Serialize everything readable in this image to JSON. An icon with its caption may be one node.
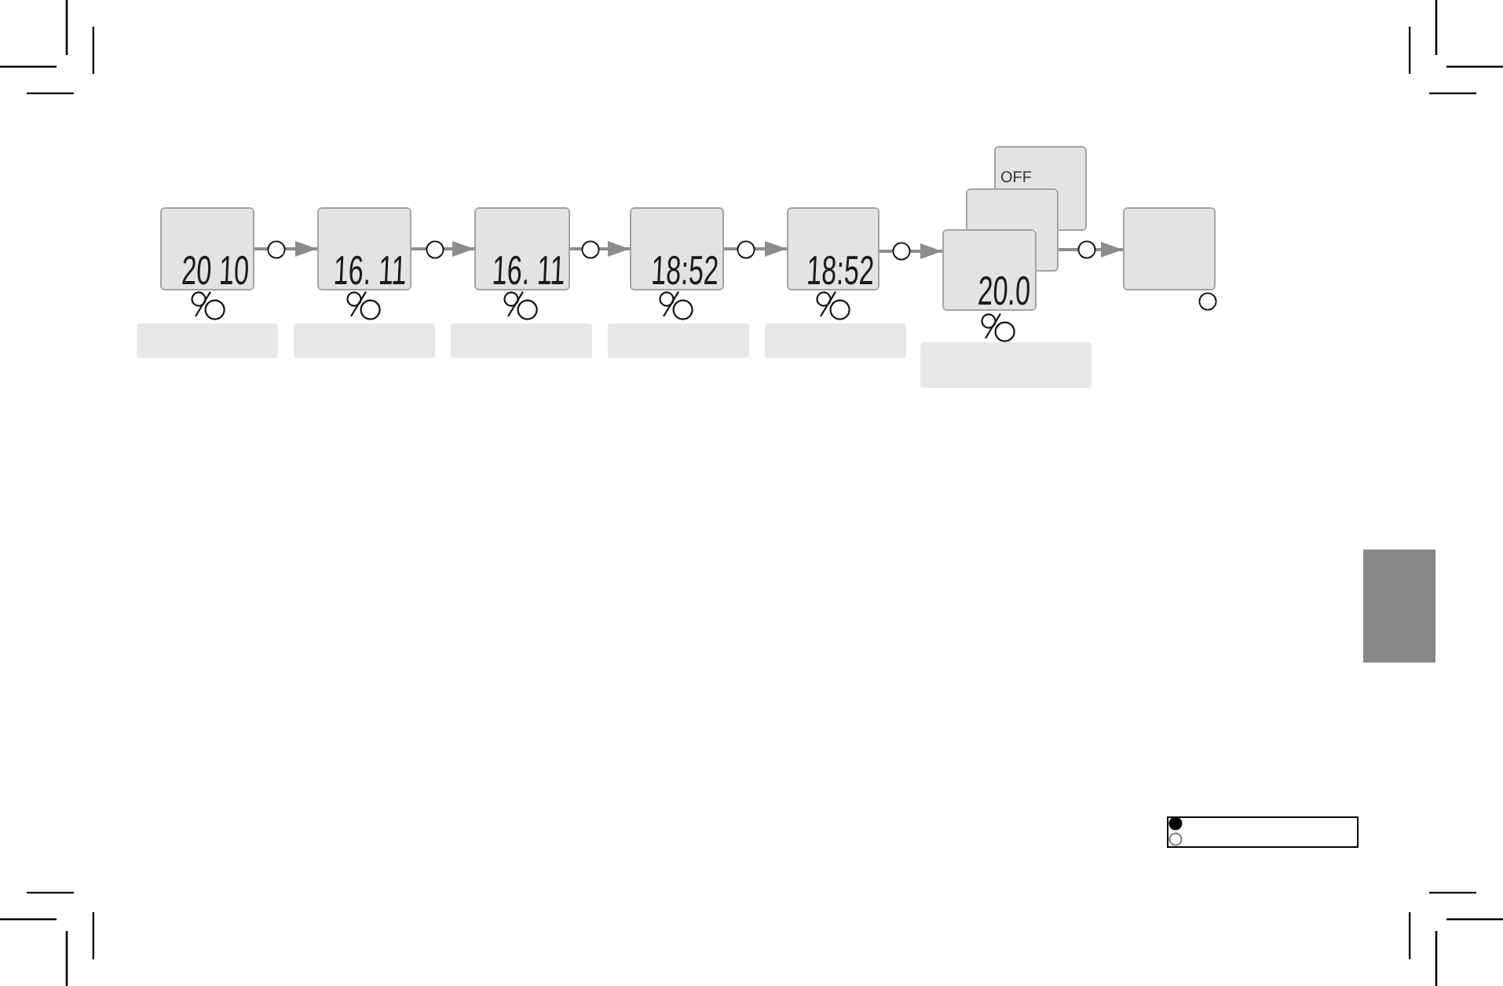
{
  "diagram": {
    "nodes": [
      {
        "text": [
          "20 10"
        ]
      },
      {
        "text": [
          "16. 11"
        ]
      },
      {
        "text": [
          "16. 11"
        ]
      },
      {
        "text": [
          "18:52"
        ]
      },
      {
        "text": [
          "18:52"
        ]
      },
      {
        "text": [
          "20.0"
        ]
      },
      {
        "text": [],
        "shape": "box"
      },
      {
        "text": [
          "OFF"
        ]
      },
      {
        "text": [],
        "shape": "box"
      }
    ],
    "edges": [
      {
        "from": 0,
        "to": 1,
        "arrow": "to"
      },
      {
        "from": 1,
        "to": 2,
        "arrow": "to"
      },
      {
        "from": 2,
        "to": 3,
        "arrow": "to"
      },
      {
        "from": 3,
        "to": 4,
        "arrow": "to"
      },
      {
        "from": 4,
        "to": 5,
        "arrow": "to"
      },
      {
        "from": 6,
        "to": 8,
        "arrow": "to"
      }
    ]
  }
}
